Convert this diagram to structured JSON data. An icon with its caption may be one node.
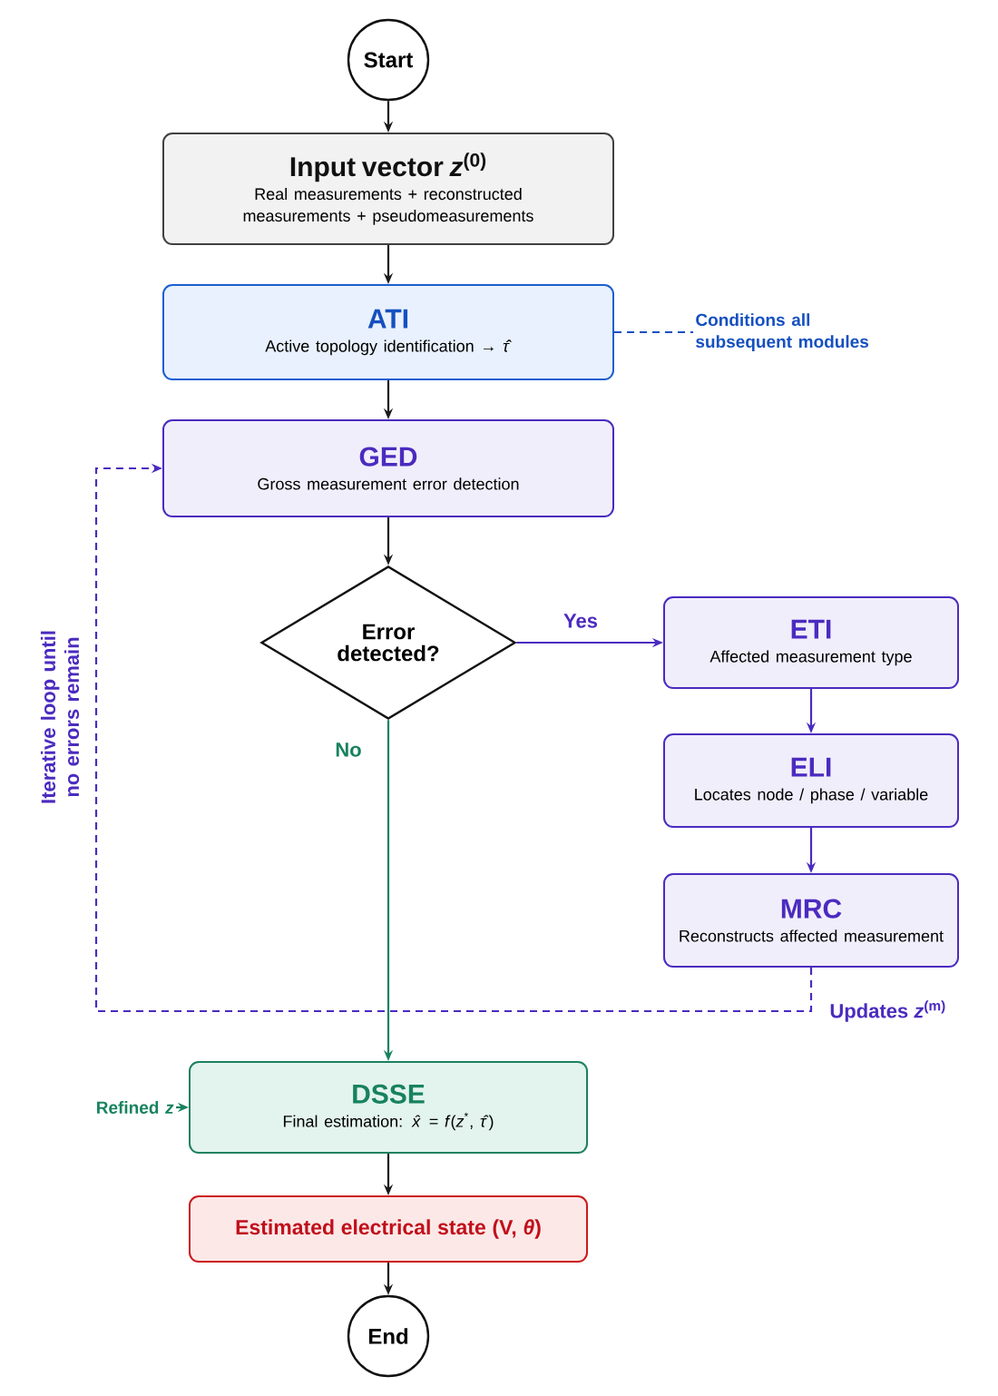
{
  "diagram": {
    "nodes": [
      {
        "text": [
          "Start"
        ]
      },
      {
        "text": [
          "Input vector *z*$^{(0)}$",
          "Real measurements + reconstructed measurements + pseudomeasurements"
        ]
      },
      {
        "text": [
          "ATI",
          "Active topology identification → *τ̂*"
        ]
      },
      {
        "text": [
          "GED",
          "Gross measurement error detection"
        ]
      },
      {
        "text": [
          "Error detected?"
        ]
      },
      {
        "text": [
          "ETI",
          "Affected measurement type"
        ]
      },
      {
        "text": [
          "ELI",
          "Locates node / phase / variable"
        ]
      },
      {
        "text": [
          "MRC",
          "Reconstructs affected measurement"
        ]
      },
      {
        "text": [
          "DSSE",
          "Final estimation: *x̂* = *f*(*z*$^{*}$, *τ̂*)"
        ]
      },
      {
        "text": [
          "Estimated electrical state (V, *θ*)"
        ]
      },
      {
        "text": [
          "End"
        ]
      },
      {
        "text": [
          "Conditions all subsequent modules"
        ]
      },
      {
        "text": [
          "Refined *z*"
        ]
      }
    ],
    "edges": [
      {
        "from": 0,
        "to": 1,
        "arrow": "to"
      },
      {
        "from": 1,
        "to": 2,
        "arrow": "to"
      },
      {
        "from": 2,
        "to": 3,
        "arrow": "to"
      },
      {
        "from": 3,
        "to": 4,
        "arrow": "to"
      },
      {
        "from": 4,
        "to": 5,
        "arrow": "to",
        "label": "Yes",
        "color": "#4b2bbf"
      },
      {
        "from": 5,
        "to": 6,
        "arrow": "to",
        "color": "#4b2bbf"
      },
      {
        "from": 6,
        "to": 7,
        "arrow": "to",
        "color": "#4b2bbf"
      },
      {
        "from": 7,
        "to": 3,
        "arrow": "to",
        "label": "Updates *z*$^{(m)}$",
        "style": "dashed",
        "color": "#4b2bbf"
      },
      {
        "from": 4,
        "to": 8,
        "arrow": "to",
        "label": "No",
        "color": "#17825f"
      },
      {
        "from": 8,
        "to": 9,
        "arrow": "to"
      },
      {
        "from": 9,
        "to": 10,
        "arrow": "to"
      },
      {
        "from": 2,
        "to": 11,
        "arrow": "none",
        "style": "dashed",
        "color": "#1550c0"
      },
      {
        "from": 12,
        "to": 8,
        "arrow": "to",
        "color": "#17825f"
      }
    ],
    "labels": [
      "Iterative loop until no errors remain"
    ]
  }
}
